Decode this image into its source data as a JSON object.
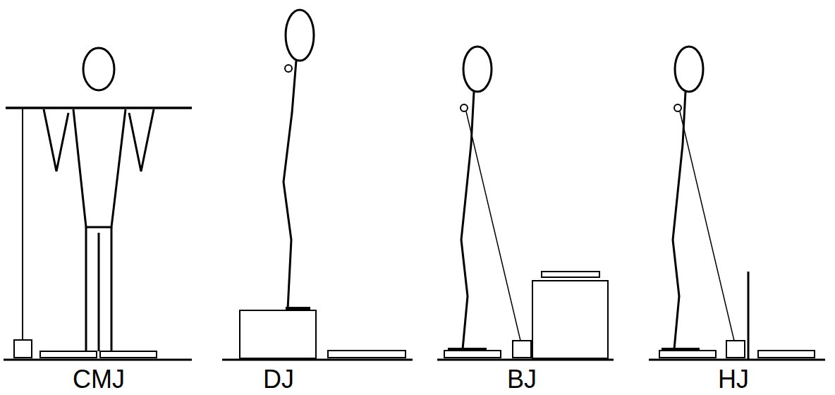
{
  "diagram": {
    "labels": [
      "CMJ",
      "DJ",
      "BJ",
      "HJ"
    ]
  }
}
